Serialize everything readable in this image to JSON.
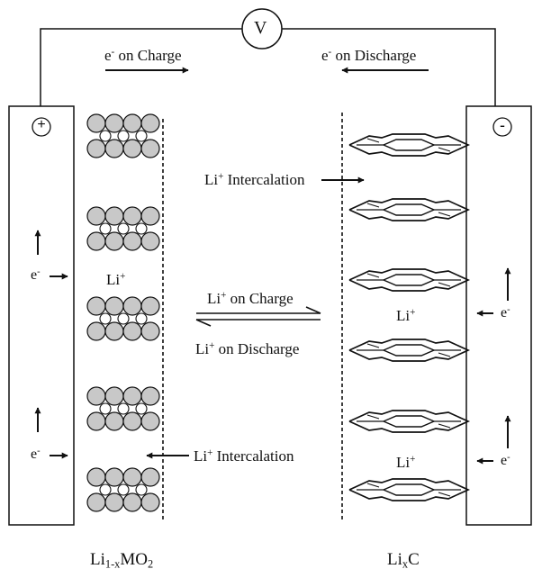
{
  "voltmeter": {
    "label": "V"
  },
  "circuit": {
    "charge_flow": {
      "base": "e",
      "sup": "-",
      "rest": " on Charge"
    },
    "discharge_flow": {
      "base": "e",
      "sup": "-",
      "rest": " on Discharge"
    }
  },
  "cathode": {
    "terminal_sign": "+",
    "electron": {
      "base": "e",
      "sup": "-"
    },
    "layer_ion": {
      "base": "Li",
      "sup": "+"
    },
    "formula": {
      "a": "Li",
      "sub1": "1-x",
      "b": "MO",
      "sub2": "2"
    }
  },
  "anode": {
    "terminal_sign": "-",
    "electron": {
      "base": "e",
      "sup": "-"
    },
    "layer_ion": {
      "base": "Li",
      "sup": "+"
    },
    "formula": {
      "a": "Li",
      "sub": "x",
      "b": "C"
    }
  },
  "electrolyte": {
    "intercalation_to_anode": {
      "base": "Li",
      "sup": "+",
      "rest": " Intercalation"
    },
    "intercalation_to_cathode": {
      "base": "Li",
      "sup": "+",
      "rest": " Intercalation"
    },
    "on_charge": {
      "base": "Li",
      "sup": "+",
      "rest": " on Charge"
    },
    "on_discharge": {
      "base": "Li",
      "sup": "+",
      "rest": " on Discharge"
    }
  },
  "colors": {
    "line": "#111111",
    "atom_fill": "#c8c8c8",
    "small_atom_fill": "#ffffff"
  }
}
